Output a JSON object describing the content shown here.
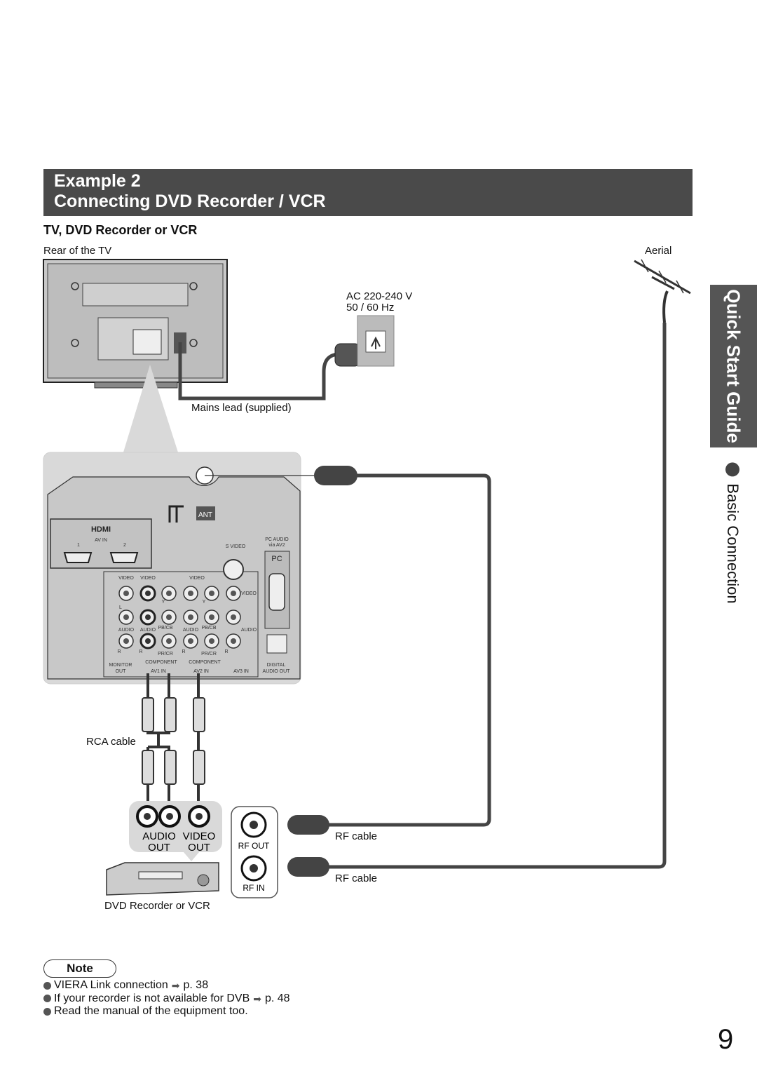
{
  "header": {
    "line1": "Example 2",
    "line2": "Connecting DVD Recorder / VCR"
  },
  "subheading": "TV, DVD Recorder or VCR",
  "labels": {
    "rear_tv": "Rear of the TV",
    "aerial": "Aerial",
    "ac_line1": "AC 220-240 V",
    "ac_line2": "50 / 60 Hz",
    "mains": "Mains lead (supplied)",
    "rca": "RCA cable",
    "rf_cable_1": "RF cable",
    "rf_cable_2": "RF cable",
    "audio_out_1": "AUDIO",
    "audio_out_2": "OUT",
    "video_out_1": "VIDEO",
    "video_out_2": "OUT",
    "rf_out": "RF OUT",
    "rf_in": "RF IN",
    "recorder": "DVD Recorder or VCR"
  },
  "panel": {
    "ant": "ANT",
    "hdmi": "HDMI",
    "av_in": "AV IN",
    "hdmi_1": "1",
    "hdmi_2": "2",
    "s_video": "S VIDEO",
    "pc_audio_1": "PC AUDIO",
    "pc_audio_2": "via AV2",
    "pc": "PC",
    "video": "VIDEO",
    "audio": "AUDIO",
    "y": "Y",
    "pb": "PB/CB",
    "pr": "PR/CR",
    "l": "L",
    "r": "R",
    "component": "COMPONENT",
    "monitor_1": "MONITOR",
    "monitor_2": "OUT",
    "av1_in": "AV1  IN",
    "av2_in": "AV2  IN",
    "av3_in": "AV3  IN",
    "digital_1": "DIGITAL",
    "digital_2": "AUDIO OUT"
  },
  "side_tab": {
    "title": "Quick Start Guide",
    "subtitle": "Basic Connection"
  },
  "note": {
    "title": "Note",
    "items": [
      {
        "text": "VIERA Link connection",
        "ref": "p. 38"
      },
      {
        "text": "If your recorder is not available for DVB",
        "ref": "p. 48"
      },
      {
        "text": "Read the manual of the equipment too.",
        "ref": ""
      }
    ]
  },
  "page_number": "9",
  "colors": {
    "banner": "#4a4a4a",
    "tab": "#555555",
    "panel": "#d9d9d9",
    "cable": "#444444"
  },
  "icons": [
    "aerial-icon",
    "wall-socket-icon",
    "plug-icon",
    "tv-rear-icon",
    "coax-connector-icon",
    "rca-plug-icon",
    "dvd-recorder-icon",
    "arrow-right-icon",
    "bullet-icon"
  ]
}
